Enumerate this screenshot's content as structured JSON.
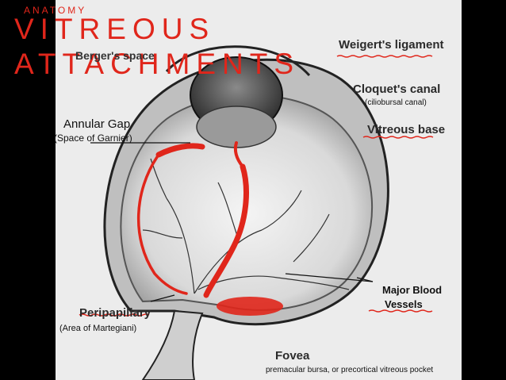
{
  "header": {
    "section": "ANATOMY",
    "title_line1": "VITREOUS",
    "title_line2": "ATTACHMENTS"
  },
  "labels": {
    "bergers_space": "Berger's space",
    "weigerts_ligament": "Weigert's ligament",
    "cloquets_canal": "Cloquet's canal",
    "ciliobursal_canal": "(ciliobursal canal)",
    "annular_gap": "Annular Gap",
    "space_of_garnier": "(Space of Garnier)",
    "vitreous_base": "Vitreous base",
    "major_blood_vessels_1": "Major Blood",
    "major_blood_vessels_2": "Vessels",
    "peripapillary": "Peripapillary",
    "area_of_martegiani": "(Area of Martegiani)",
    "fovea": "Fovea",
    "premacular_bursa": "premacular bursa, or precortical vitreous pocket"
  },
  "colors": {
    "accent": "#e0261b",
    "background": "#000000",
    "figure": "#ececec"
  }
}
